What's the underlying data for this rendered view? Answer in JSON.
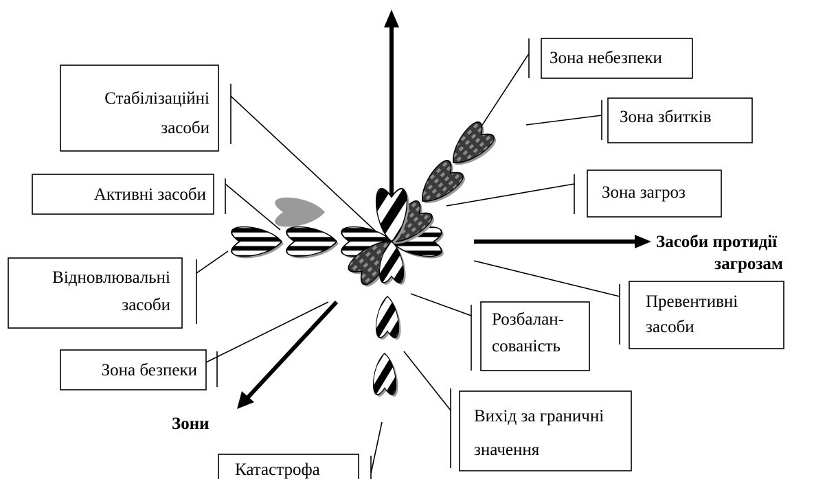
{
  "labels": {
    "stabilization": [
      "Стабілізаційні",
      "засоби"
    ],
    "active": "Активні засоби",
    "restorative": [
      "Відновлювальні",
      "засоби"
    ],
    "safety_zone": "Зона безпеки",
    "catastrophe": "Катастрофа",
    "danger_zone": "Зона небезпеки",
    "damage_zone": "Зона збитків",
    "threat_zone": "Зона загроз",
    "preventive": [
      "Превентивні",
      "засоби"
    ],
    "imbalance": [
      "Розбалан-",
      "сованість"
    ],
    "limit_exceed": [
      "Вихід за граничні",
      "значення"
    ]
  },
  "axes": {
    "countermeasures": [
      "Засоби протидії",
      "загрозам"
    ],
    "zones": "Зони"
  },
  "colors": {
    "ink": "#000000",
    "shadow": "#9a9a9a",
    "dark_fill": "#3a3a3a"
  }
}
